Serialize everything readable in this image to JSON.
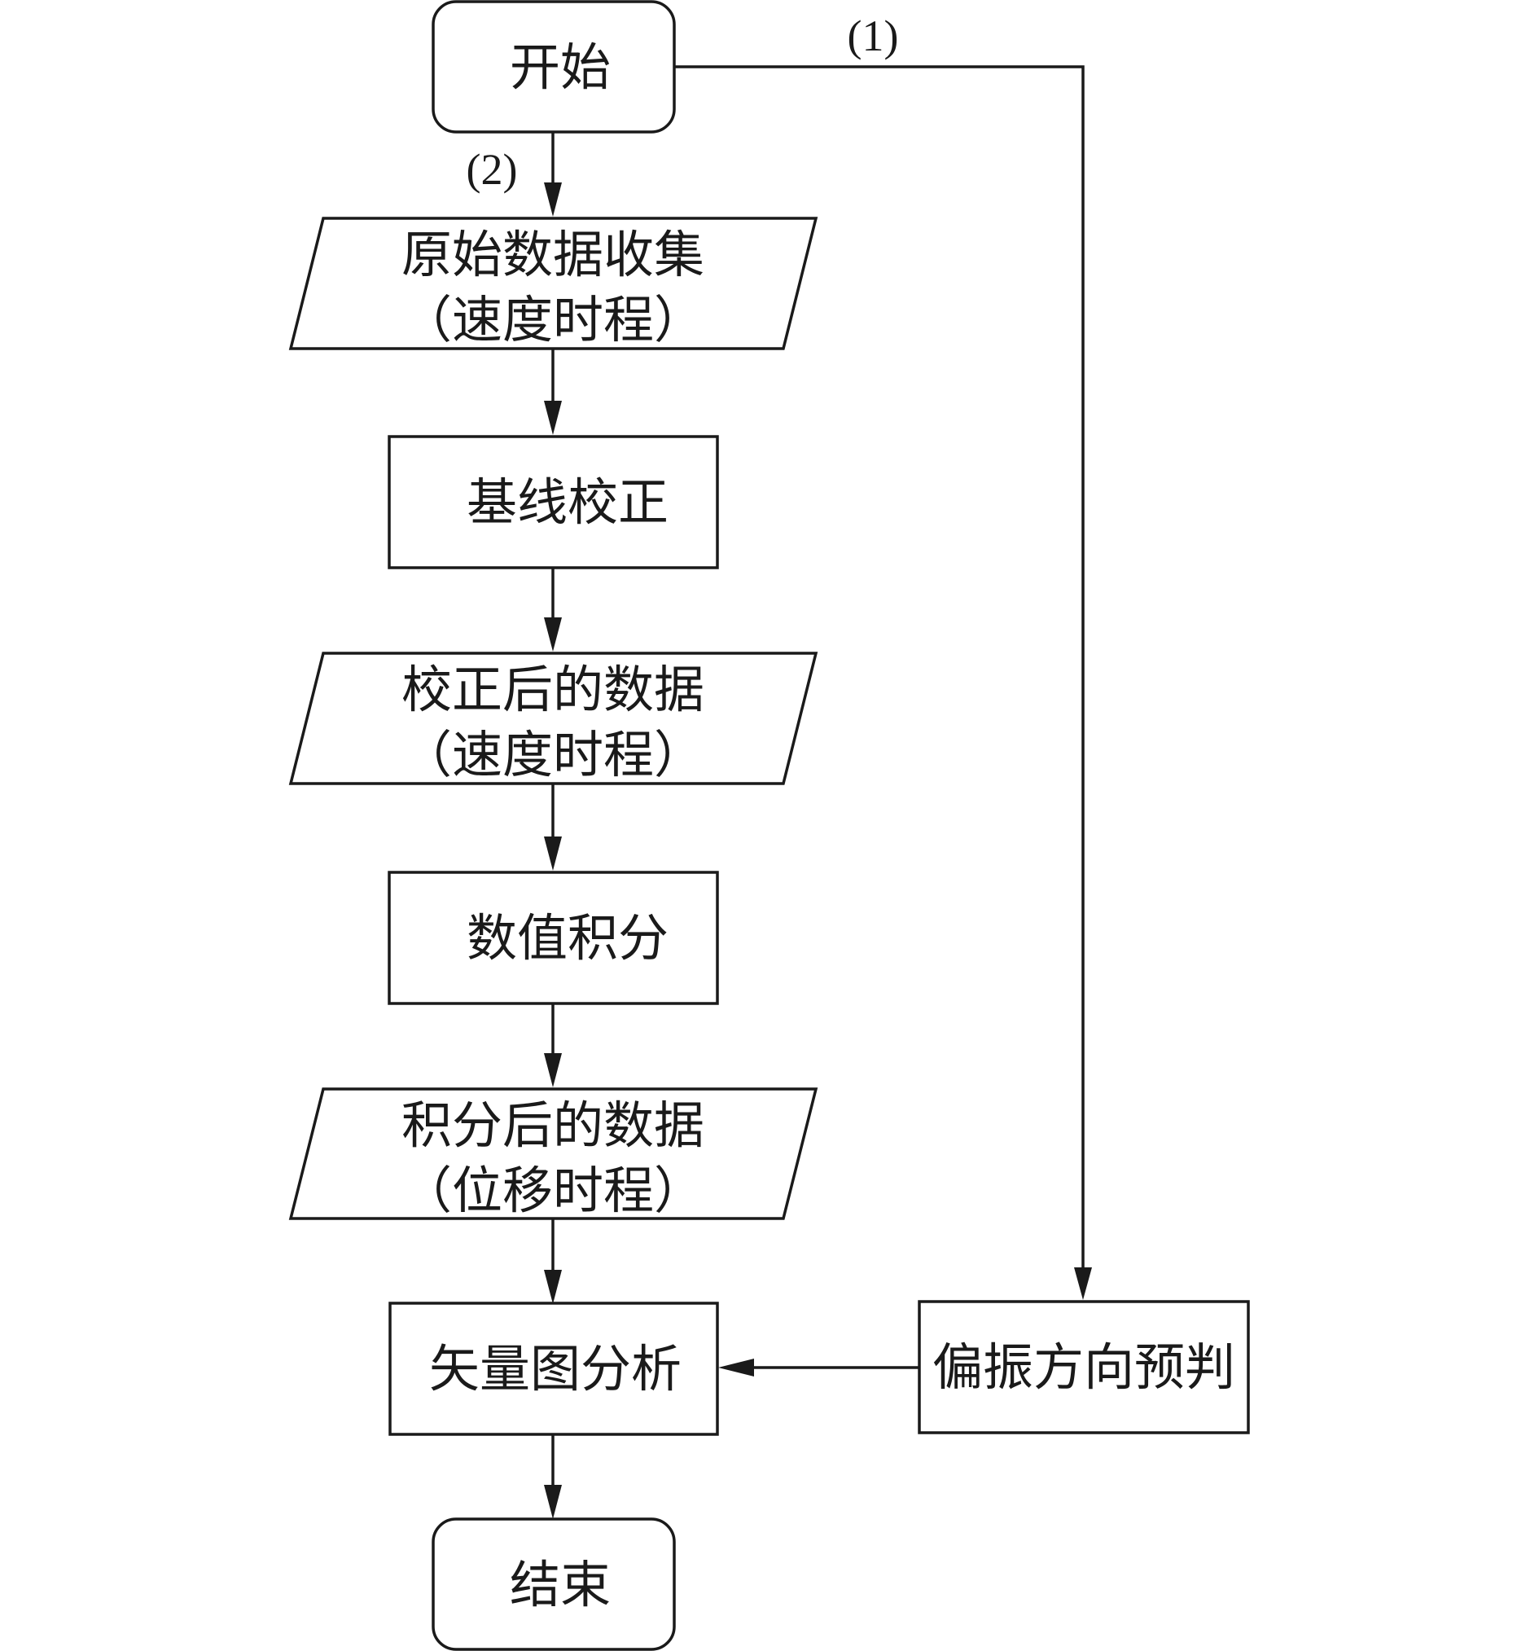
{
  "nodes": {
    "start": {
      "label": "开始",
      "shape": "rounded-rectangle"
    },
    "raw_data": {
      "line1": "原始数据收集",
      "line2": "（速度时程）",
      "shape": "parallelogram"
    },
    "baseline_correction": {
      "label": "基线校正",
      "shape": "rectangle"
    },
    "corrected_data": {
      "line1": "校正后的数据",
      "line2": "（速度时程）",
      "shape": "parallelogram"
    },
    "integration": {
      "label": "数值积分",
      "shape": "rectangle"
    },
    "integrated_data": {
      "line1": "积分后的数据",
      "line2": "（位移时程）",
      "shape": "parallelogram"
    },
    "vector_analysis": {
      "label": "矢量图分析",
      "shape": "rectangle"
    },
    "polarization_prediction": {
      "label": "偏振方向预判",
      "shape": "rectangle"
    },
    "end": {
      "label": "结束",
      "shape": "rounded-rectangle"
    }
  },
  "edges": [
    {
      "from": "start",
      "to": "polarization_prediction",
      "label": "(1)"
    },
    {
      "from": "start",
      "to": "raw_data",
      "label": "(2)"
    },
    {
      "from": "raw_data",
      "to": "baseline_correction",
      "label": ""
    },
    {
      "from": "baseline_correction",
      "to": "corrected_data",
      "label": ""
    },
    {
      "from": "corrected_data",
      "to": "integration",
      "label": ""
    },
    {
      "from": "integration",
      "to": "integrated_data",
      "label": ""
    },
    {
      "from": "integrated_data",
      "to": "vector_analysis",
      "label": ""
    },
    {
      "from": "polarization_prediction",
      "to": "vector_analysis",
      "label": ""
    },
    {
      "from": "vector_analysis",
      "to": "end",
      "label": ""
    }
  ],
  "colors": {
    "stroke": "#1a1a1a",
    "fill": "#ffffff",
    "text": "#1a1a1a",
    "background": "#ffffff"
  }
}
